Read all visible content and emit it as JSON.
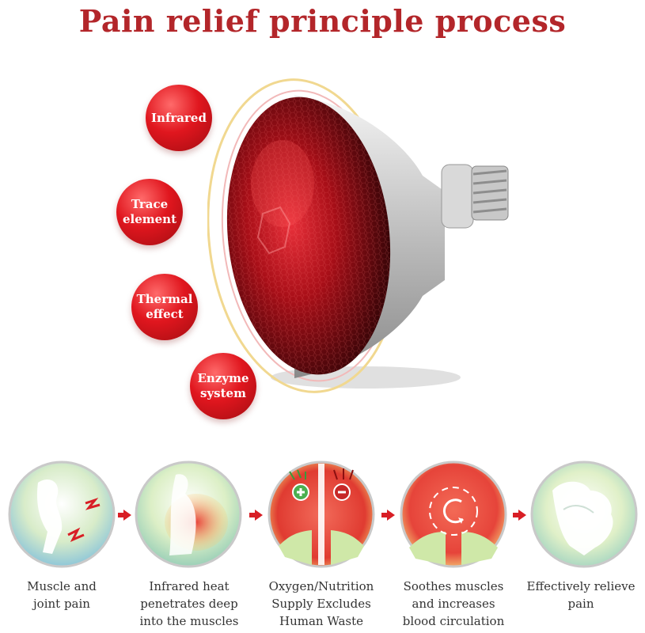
{
  "title": "Pain relief principle process",
  "bubbles": [
    {
      "label": "Infrared"
    },
    {
      "label": "Trace\nelement"
    },
    {
      "label": "Thermal\neffect"
    },
    {
      "label": "Enzyme\nsystem"
    }
  ],
  "steps": [
    {
      "caption": "Muscle and\njoint pain",
      "icon": "muscle-pain-icon"
    },
    {
      "caption": "Infrared heat\npenetrates deep\ninto the muscles",
      "icon": "heat-penetration-icon"
    },
    {
      "caption": "Oxygen/Nutrition\nSupply Excludes\nHuman Waste",
      "icon": "oxygen-supply-icon"
    },
    {
      "caption": "Soothes muscles\nand increases\nblood circulation",
      "icon": "circulation-icon"
    },
    {
      "caption": "Effectively relieve\npain",
      "icon": "relief-icon"
    }
  ],
  "colors": {
    "accent": "#b3262a",
    "bubble": "#e0161e",
    "arrow": "#d81e25"
  }
}
